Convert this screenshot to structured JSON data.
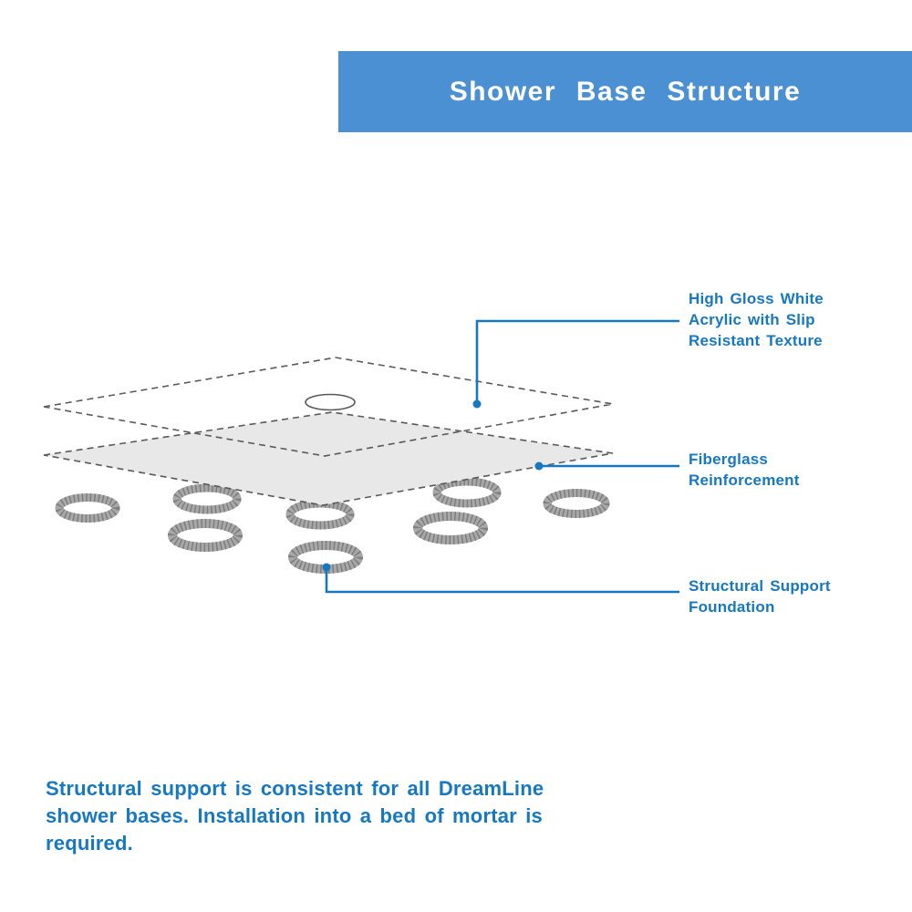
{
  "header": {
    "title": "Shower Base Structure"
  },
  "callouts": {
    "acrylic": {
      "line1": "High Gloss White",
      "line2": "Acrylic with Slip",
      "line3": "Resistant Texture"
    },
    "fiberglass": {
      "line1": "Fiberglass",
      "line2": "Reinforcement"
    },
    "support": {
      "line1": "Structural Support",
      "line2": "Foundation"
    }
  },
  "footer": {
    "text": "Structural support is consistent for all DreamLine shower bases. Installation into a bed of mortar is required."
  },
  "colors": {
    "banner_blue": "#4a90d2",
    "text_blue": "#1778c2",
    "layer_gray": "#e8e8e8",
    "outline_gray": "#5a5a5a",
    "ring_gray": "#a8a8a8"
  }
}
